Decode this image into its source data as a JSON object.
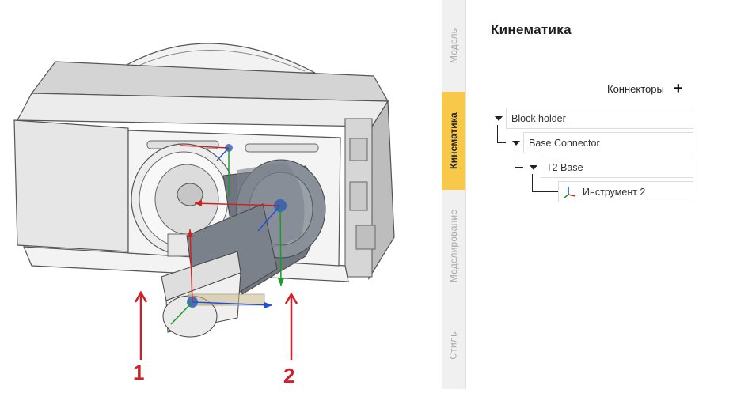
{
  "viewport": {
    "callouts": [
      "1",
      "2"
    ]
  },
  "tabs": [
    {
      "label": "Модель",
      "active": false
    },
    {
      "label": "Кинематика",
      "active": true
    },
    {
      "label": "Моделирование",
      "active": false
    },
    {
      "label": "Стиль",
      "active": false
    }
  ],
  "panel": {
    "title": "Кинематика",
    "connectors_label": "Коннекторы",
    "add_icon": "plus-icon",
    "tree": [
      {
        "label": "Block holder",
        "expanded": true
      },
      {
        "label": "Base Connector",
        "expanded": true
      },
      {
        "label": "T2 Base",
        "expanded": true
      },
      {
        "label": "Инструмент 2",
        "icon": "axis-icon"
      }
    ]
  },
  "colors": {
    "active_tab": "#f8c84a",
    "callout": "#d0202a",
    "axis_x": "#d02020",
    "axis_y": "#1a9a2a",
    "axis_z": "#2050d8"
  }
}
